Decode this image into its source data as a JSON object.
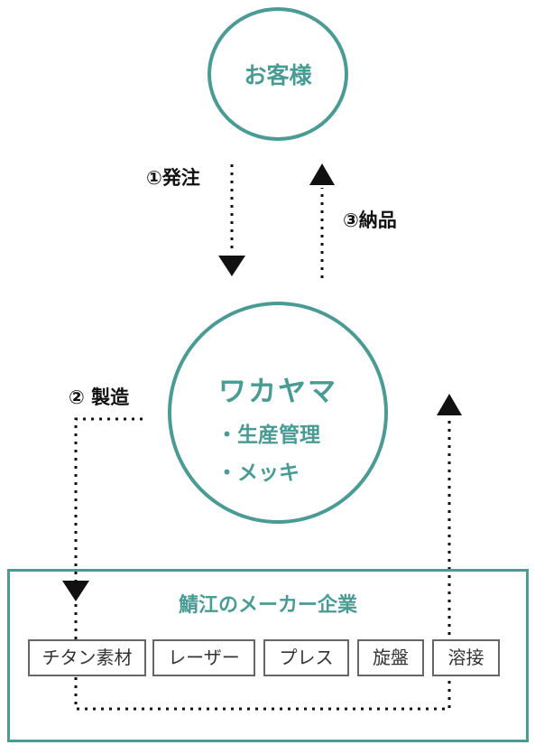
{
  "customer": {
    "label": "お客様"
  },
  "wakayama": {
    "title": "ワカヤマ",
    "items": [
      "・生産管理",
      "・メッキ"
    ]
  },
  "steps": {
    "order": "①発注",
    "delivery": "③納品",
    "manufacture": "② 製造"
  },
  "maker": {
    "title": "鯖江のメーカー企業",
    "processes": [
      "チタン素材",
      "レーザー",
      "プレス",
      "旋盤",
      "溶接"
    ]
  },
  "colors": {
    "accent": "#4a9b94",
    "arrow": "#111111",
    "box_border": "#666666"
  }
}
